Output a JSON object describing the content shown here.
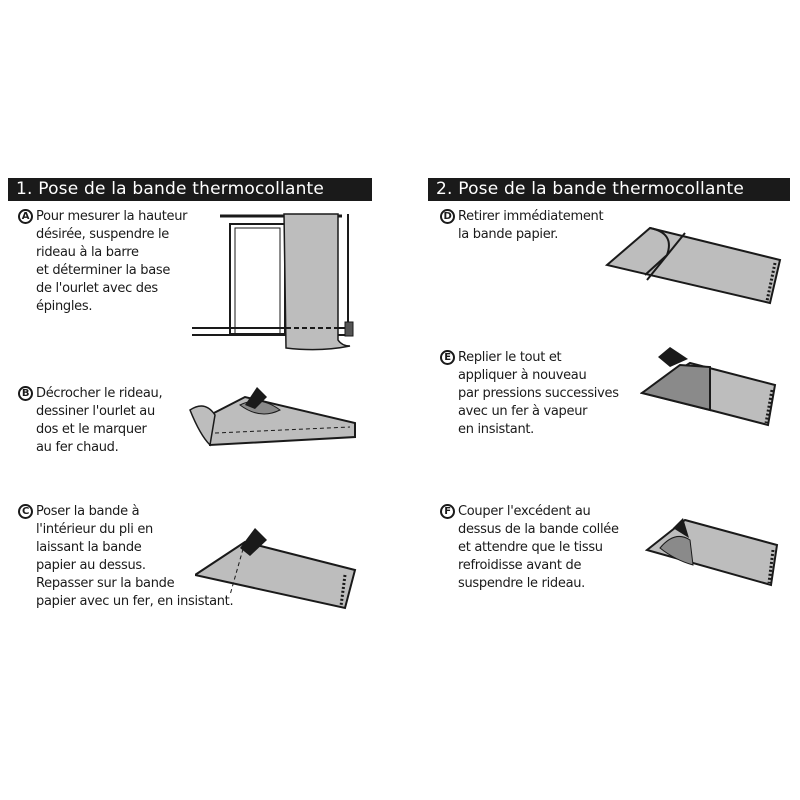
{
  "sections": [
    {
      "title": "1. Pose de la bande thermocollante",
      "steps": [
        {
          "letter": "A",
          "text": "Pour mesurer la hauteur\ndésirée, suspendre le\nrideau à la barre\net déterminer la base\nde l'ourlet avec des\népingles."
        },
        {
          "letter": "B",
          "text": "Décrocher le rideau,\ndessiner l'ourlet au\ndos et le marquer\nau fer chaud."
        },
        {
          "letter": "C",
          "text": "Poser la bande à\nl'intérieur du pli en\nlaissant la bande\npapier au dessus.\nRepasser sur la bande\npapier avec un fer, en insistant."
        }
      ]
    },
    {
      "title": "2. Pose de la bande thermocollante",
      "steps": [
        {
          "letter": "D",
          "text": "Retirer immédiatement\nla bande papier."
        },
        {
          "letter": "E",
          "text": "Replier le tout et\nappliquer à nouveau\npar pressions successives\navec un fer à vapeur\nen insistant."
        },
        {
          "letter": "F",
          "text": "Couper l'excédent au\ndessus de la bande collée\net attendre que le tissu\nrefroidisse avant de\nsuspendre le rideau."
        }
      ]
    }
  ],
  "colors": {
    "ink": "#1a1a1a",
    "fabric": "#bdbdbd",
    "fabric_dark": "#8a8a8a"
  }
}
